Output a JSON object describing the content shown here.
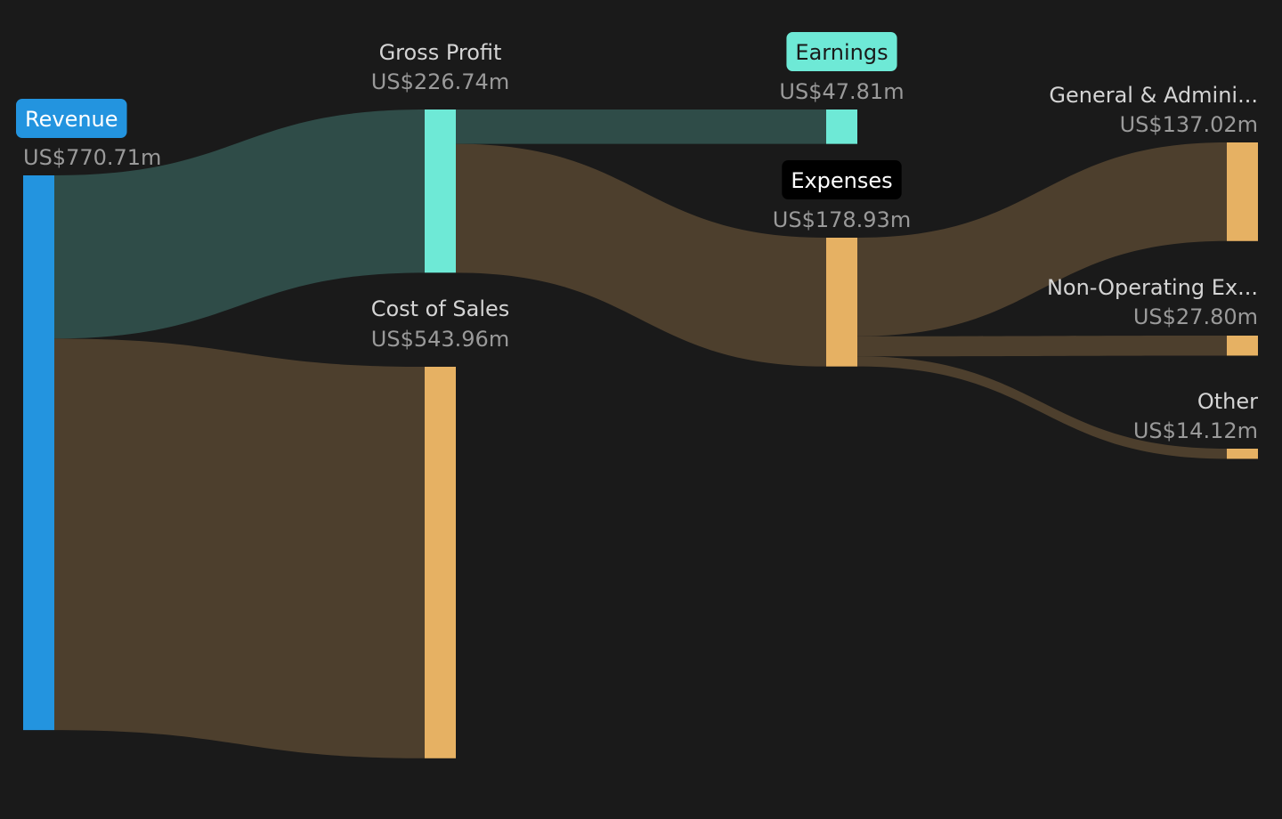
{
  "chart_data": {
    "type": "sankey",
    "currency_unit": "US$ m",
    "nodes": [
      {
        "id": "revenue",
        "name": "Revenue",
        "value": 770.71,
        "value_label": "US$770.71m",
        "color": "#2394df",
        "badge": true,
        "badge_text_color": "#ffffff"
      },
      {
        "id": "gross_profit",
        "name": "Gross Profit",
        "value": 226.74,
        "value_label": "US$226.74m",
        "color": "#6ee9d6"
      },
      {
        "id": "cost_of_sales",
        "name": "Cost of Sales",
        "value": 543.96,
        "value_label": "US$543.96m",
        "color": "#e6b163"
      },
      {
        "id": "earnings",
        "name": "Earnings",
        "value": 47.81,
        "value_label": "US$47.81m",
        "color": "#6ee9d6",
        "badge": true,
        "badge_text_color": "#1a1a1a"
      },
      {
        "id": "expenses",
        "name": "Expenses",
        "value": 178.93,
        "value_label": "US$178.93m",
        "color": "#e6b163",
        "badge": true,
        "badge_fill": "#000000",
        "badge_text_color": "#ffffff"
      },
      {
        "id": "ga",
        "name": "General & Admini...",
        "value": 137.02,
        "value_label": "US$137.02m",
        "color": "#e6b163"
      },
      {
        "id": "non_op",
        "name": "Non-Operating Ex...",
        "value": 27.8,
        "value_label": "US$27.80m",
        "color": "#e6b163"
      },
      {
        "id": "other",
        "name": "Other",
        "value": 14.12,
        "value_label": "US$14.12m",
        "color": "#e6b163"
      }
    ],
    "links": [
      {
        "source": "revenue",
        "target": "gross_profit",
        "value": 226.74,
        "color": "#2f4c48"
      },
      {
        "source": "revenue",
        "target": "cost_of_sales",
        "value": 543.96,
        "color": "#4d3f2d"
      },
      {
        "source": "gross_profit",
        "target": "earnings",
        "value": 47.81,
        "color": "#2f4c48"
      },
      {
        "source": "gross_profit",
        "target": "expenses",
        "value": 178.93,
        "color": "#4d3f2d"
      },
      {
        "source": "expenses",
        "target": "ga",
        "value": 137.02,
        "color": "#4d3f2d"
      },
      {
        "source": "expenses",
        "target": "non_op",
        "value": 27.8,
        "color": "#4d3f2d"
      },
      {
        "source": "expenses",
        "target": "other",
        "value": 14.12,
        "color": "#4d3f2d"
      }
    ]
  }
}
